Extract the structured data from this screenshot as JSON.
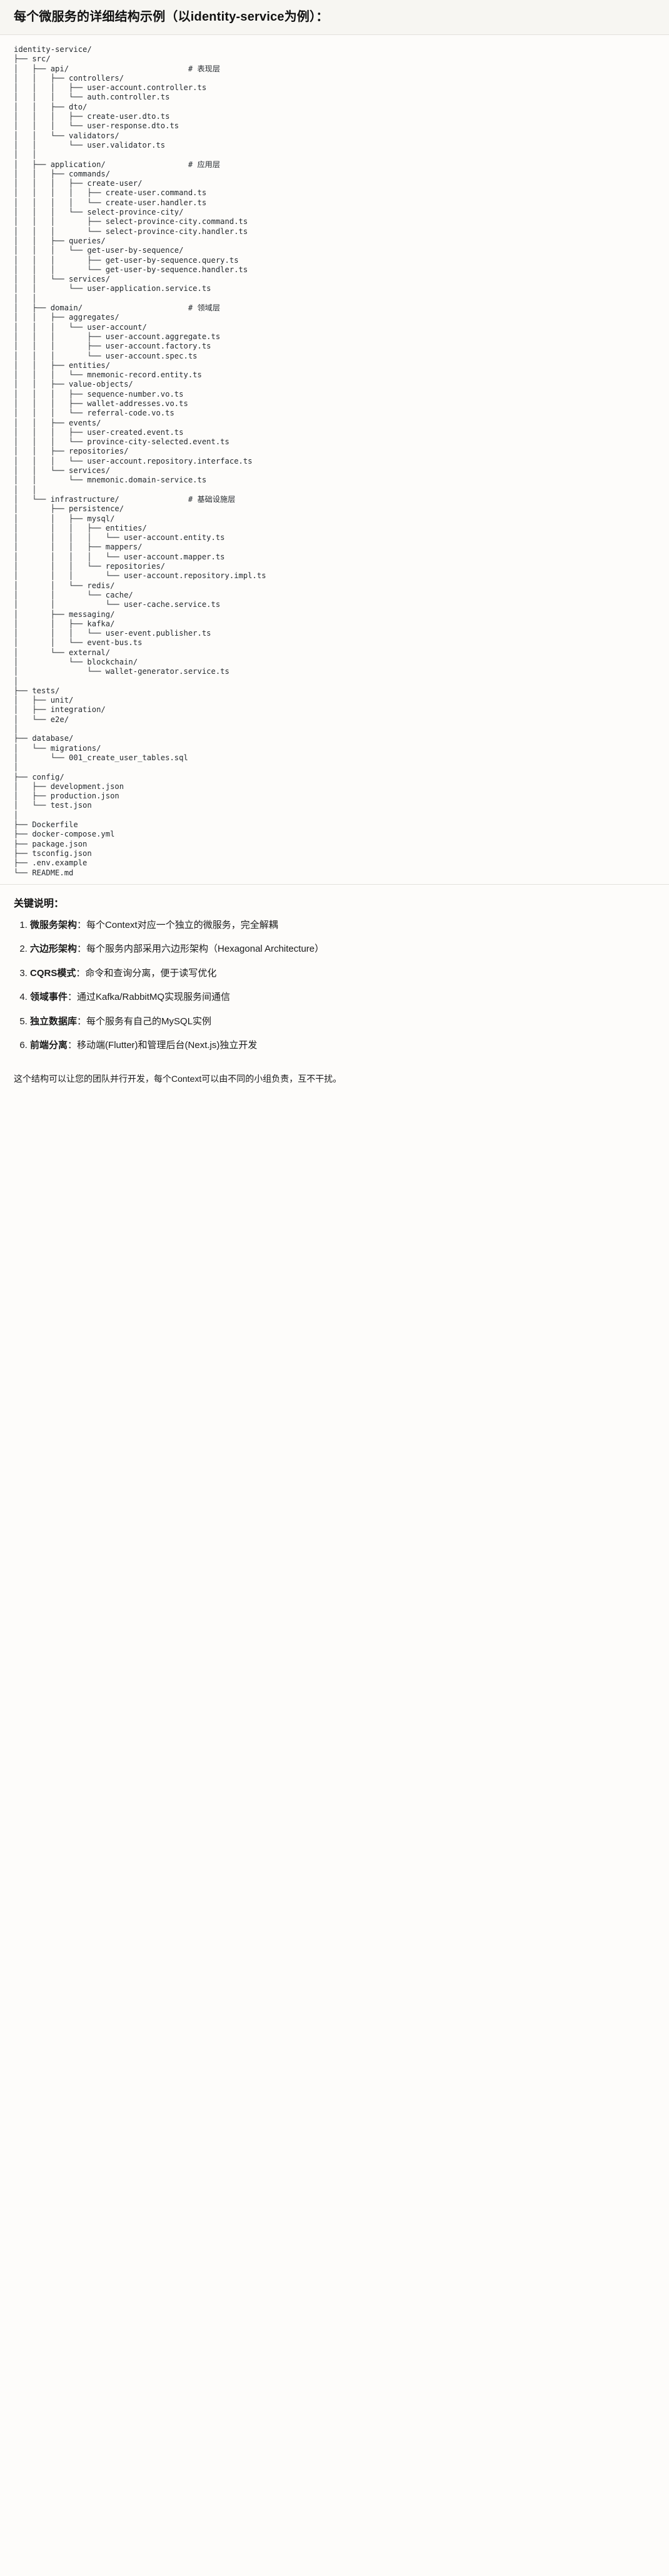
{
  "header": {
    "title": "每个微服务的详细结构示例（以identity-service为例）："
  },
  "tree": {
    "root": "identity-service/",
    "text": "identity-service/\n├── src/\n│   ├── api/                          # 表现层\n│   │   ├── controllers/\n│   │   │   ├── user-account.controller.ts\n│   │   │   └── auth.controller.ts\n│   │   ├── dto/\n│   │   │   ├── create-user.dto.ts\n│   │   │   └── user-response.dto.ts\n│   │   └── validators/\n│   │       └── user.validator.ts\n│   │\n│   ├── application/                  # 应用层\n│   │   ├── commands/\n│   │   │   ├── create-user/\n│   │   │   │   ├── create-user.command.ts\n│   │   │   │   └── create-user.handler.ts\n│   │   │   └── select-province-city/\n│   │   │       ├── select-province-city.command.ts\n│   │   │       └── select-province-city.handler.ts\n│   │   ├── queries/\n│   │   │   └── get-user-by-sequence/\n│   │   │       ├── get-user-by-sequence.query.ts\n│   │   │       └── get-user-by-sequence.handler.ts\n│   │   └── services/\n│   │       └── user-application.service.ts\n│   │\n│   ├── domain/                       # 领域层\n│   │   ├── aggregates/\n│   │   │   └── user-account/\n│   │   │       ├── user-account.aggregate.ts\n│   │   │       ├── user-account.factory.ts\n│   │   │       └── user-account.spec.ts\n│   │   ├── entities/\n│   │   │   └── mnemonic-record.entity.ts\n│   │   ├── value-objects/\n│   │   │   ├── sequence-number.vo.ts\n│   │   │   ├── wallet-addresses.vo.ts\n│   │   │   └── referral-code.vo.ts\n│   │   ├── events/\n│   │   │   ├── user-created.event.ts\n│   │   │   └── province-city-selected.event.ts\n│   │   ├── repositories/\n│   │   │   └── user-account.repository.interface.ts\n│   │   └── services/\n│   │       └── mnemonic.domain-service.ts\n│   │\n│   └── infrastructure/               # 基础设施层\n│       ├── persistence/\n│       │   ├── mysql/\n│       │   │   ├── entities/\n│       │   │   │   └── user-account.entity.ts\n│       │   │   ├── mappers/\n│       │   │   │   └── user-account.mapper.ts\n│       │   │   └── repositories/\n│       │   │       └── user-account.repository.impl.ts\n│       │   └── redis/\n│       │       └── cache/\n│       │           └── user-cache.service.ts\n│       ├── messaging/\n│       │   ├── kafka/\n│       │   │   └── user-event.publisher.ts\n│       │   └── event-bus.ts\n│       └── external/\n│           └── blockchain/\n│               └── wallet-generator.service.ts\n│\n├── tests/\n│   ├── unit/\n│   ├── integration/\n│   └── e2e/\n│\n├── database/\n│   └── migrations/\n│       └── 001_create_user_tables.sql\n│\n├── config/\n│   ├── development.json\n│   ├── production.json\n│   └── test.json\n│\n├── Dockerfile\n├── docker-compose.yml\n├── package.json\n├── tsconfig.json\n├── .env.example\n└── README.md"
  },
  "keys": {
    "title": "关键说明：",
    "items": [
      {
        "name": "微服务架构",
        "sep": "：",
        "desc": "每个Context对应一个独立的微服务，完全解耦"
      },
      {
        "name": "六边形架构",
        "sep": "：",
        "desc": "每个服务内部采用六边形架构（Hexagonal Architecture）"
      },
      {
        "name": "CQRS模式",
        "sep": "：",
        "desc": "命令和查询分离，便于读写优化"
      },
      {
        "name": "领域事件",
        "sep": "：",
        "desc": "通过Kafka/RabbitMQ实现服务间通信"
      },
      {
        "name": "独立数据库",
        "sep": "：",
        "desc": "每个服务有自己的MySQL实例"
      },
      {
        "name": "前端分离",
        "sep": "：",
        "desc": "移动端(Flutter)和管理后台(Next.js)独立开发"
      }
    ]
  },
  "footer": {
    "note": "这个结构可以让您的团队并行开发，每个Context可以由不同的小组负责，互不干扰。"
  }
}
